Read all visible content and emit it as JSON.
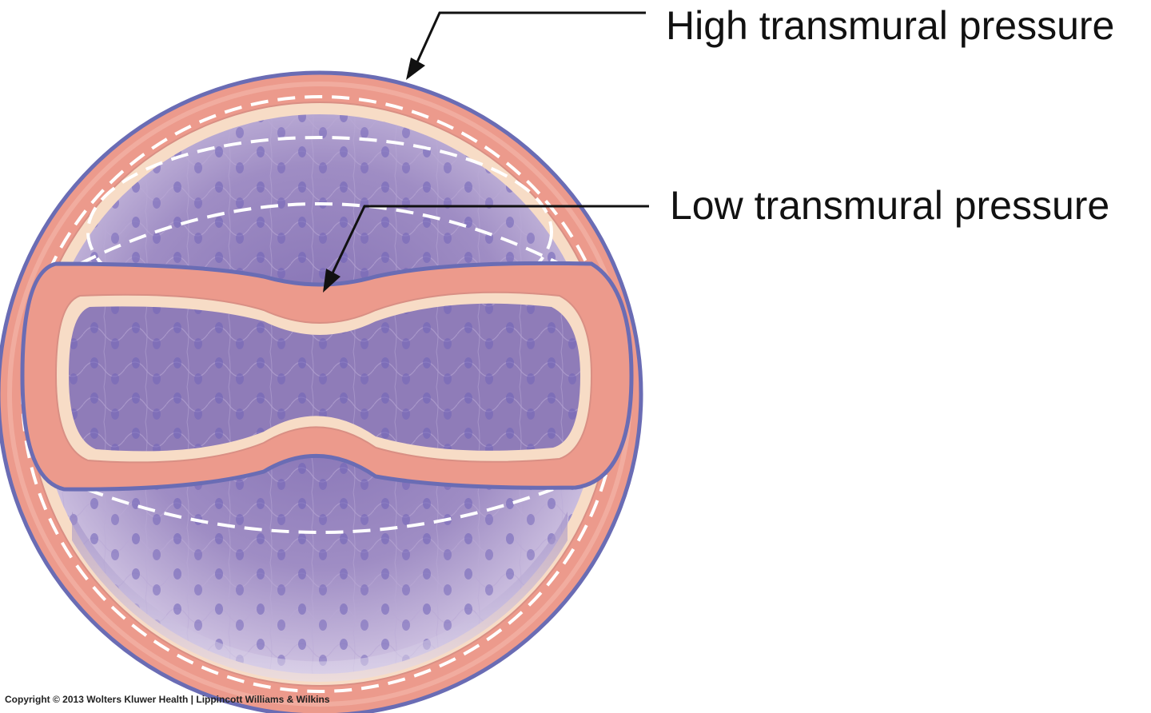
{
  "labels": {
    "high": "High transmural pressure",
    "low": "Low transmural pressure"
  },
  "copyright": "Copyright © 2013 Wolters Kluwer Health | Lippincott Williams & Wilkins",
  "colors": {
    "outline": "#6a6cb4",
    "wall": "#ec9a8c",
    "wall_dark": "#e07f72",
    "intima": "#f7dcc6",
    "lumen": "#8f7cb8",
    "lumen_light": "#d9cde6",
    "dash": "#ffffff",
    "arrow": "#111111"
  }
}
